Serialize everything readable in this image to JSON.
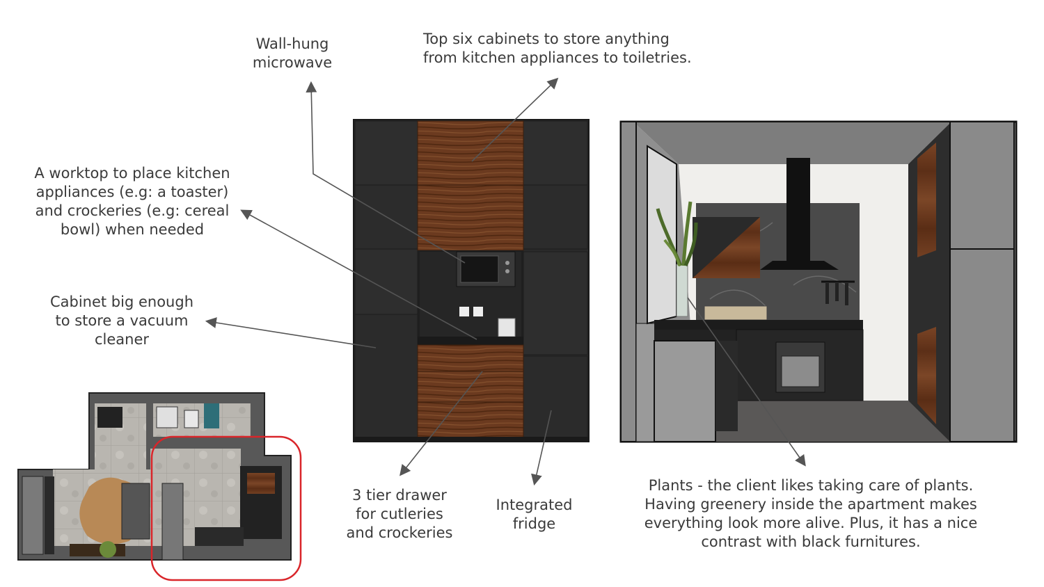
{
  "annotations": {
    "microwave": "Wall-hung\nmicrowave",
    "top_cabinets": "Top six cabinets to store anything\nfrom kitchen appliances to toiletries.",
    "worktop": "A worktop to place kitchen\nappliances (e.g: a toaster)\nand crockeries (e.g: cereal\nbowl) when needed",
    "vacuum_cabinet": "Cabinet big enough\nto store a vacuum\ncleaner",
    "drawer": "3 tier drawer\nfor cutleries\nand crockeries",
    "fridge": "Integrated\nfridge",
    "plants": "Plants - the client likes taking care of plants.\nHaving greenery inside the apartment makes\neverything look more alive. Plus, it has a nice\ncontrast with black furnitures."
  },
  "colors": {
    "cabinet_black": "#2b2b2b",
    "walnut": "#6b3a1f",
    "wall_grey": "#8a8a8a",
    "highlight_red": "#d9252a",
    "arrow": "#555555"
  }
}
